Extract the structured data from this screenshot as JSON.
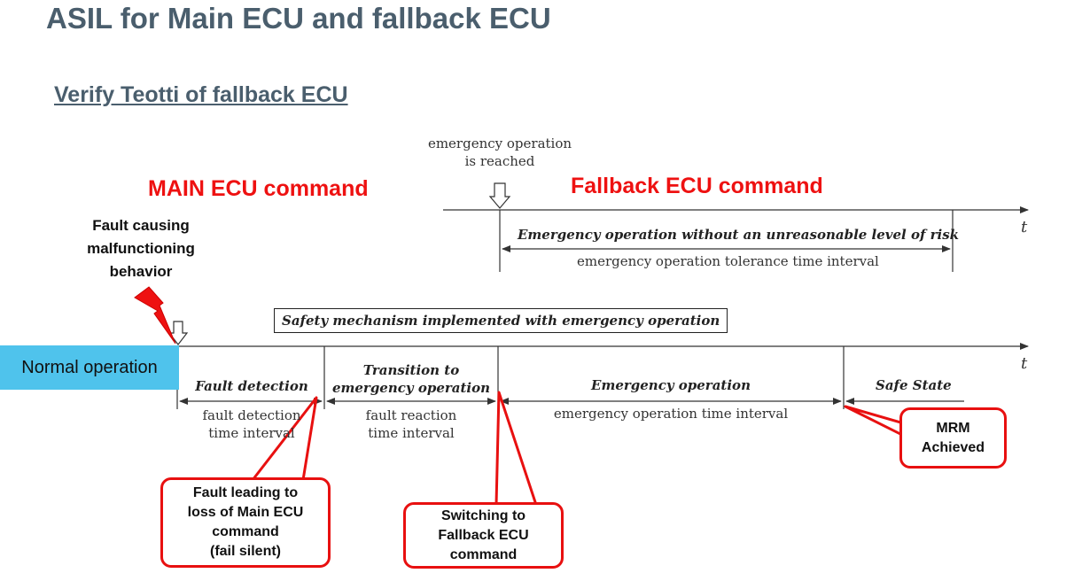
{
  "slide": {
    "title": "ASIL for Main ECU and fallback ECU",
    "subtitle": "Verify Teotti of fallback ECU"
  },
  "headings": {
    "main_ecu": "MAIN ECU command",
    "fallback_ecu": "Fallback ECU command"
  },
  "upper_timeline": {
    "top_note_line1": "emergency operation",
    "top_note_line2": "is reached",
    "phase_label": "Emergency operation without an unreasonable level of risk",
    "interval_label": "emergency operation tolerance time interval",
    "axis_label": "t"
  },
  "lower_timeline": {
    "fault_caption_line1": "Fault causing",
    "fault_caption_line2": "malfunctioning",
    "fault_caption_line3": "behavior",
    "normal_operation": "Normal operation",
    "safety_mechanism": "Safety mechanism implemented with emergency operation",
    "axis_label": "t",
    "phases": {
      "fault_detection": "Fault detection",
      "transition_line1": "Transition to",
      "transition_line2": "emergency operation",
      "emergency_operation": "Emergency operation",
      "safe_state": "Safe State"
    },
    "intervals": {
      "fdti_line1": "fault detection",
      "fdti_line2": "time interval",
      "frti_line1": "fault reaction",
      "frti_line2": "time interval",
      "eoti": "emergency operation time interval"
    }
  },
  "callouts": {
    "fault_loss_line1": "Fault leading to",
    "fault_loss_line2": "loss of Main ECU",
    "fault_loss_line3": "command",
    "fault_loss_line4": "(fail silent)",
    "switching_line1": "Switching to",
    "switching_line2": "Fallback ECU",
    "switching_line3": "command",
    "mrm_line1": "MRM",
    "mrm_line2": "Achieved"
  },
  "colors": {
    "title": "#4a5e6d",
    "accent_red": "#ee1111",
    "normal_operation_fill": "#4fc3ec"
  }
}
